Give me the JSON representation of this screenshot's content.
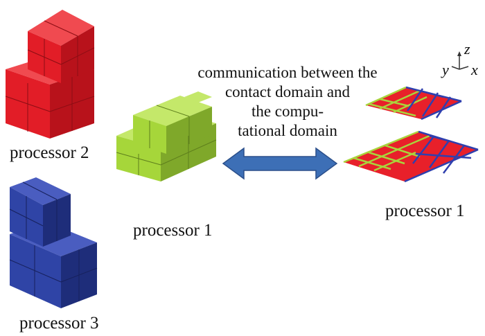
{
  "labels": {
    "processor_2": "processor 2",
    "processor_3": "processor 3",
    "processor_1_center": "processor 1",
    "processor_1_right": "processor 1",
    "communication_lines": [
      "communication between the",
      "contact domain and",
      "the compu-",
      "tational domain"
    ]
  },
  "axes": {
    "z": "z",
    "y": "y",
    "x": "x"
  },
  "colors": {
    "processor_2": "#e8202a",
    "processor_3": "#2f44a6",
    "processor_1": "#a6d63a",
    "arrow": "#3d6fb6",
    "grid_red": "#e8202a",
    "grid_green_edge": "#a9d43c",
    "grid_blue_edge": "#2f3fae"
  }
}
